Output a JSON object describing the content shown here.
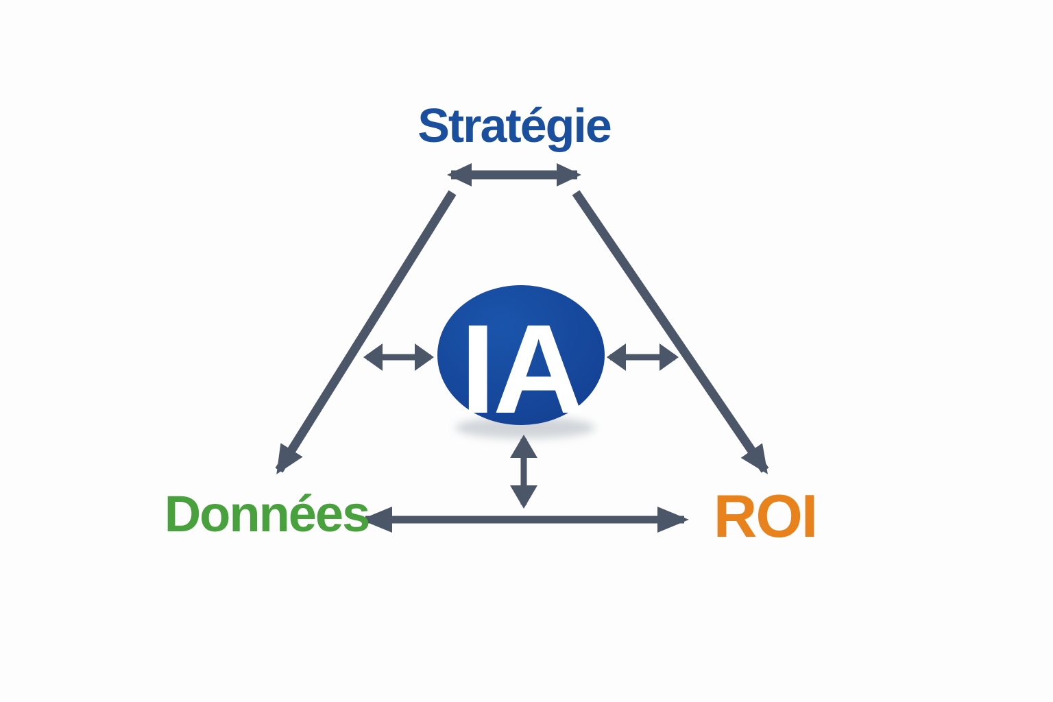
{
  "diagram": {
    "nodes": [
      {
        "id": "strategie",
        "label": "Stratégie",
        "color": "#1a4f9e"
      },
      {
        "id": "donnees",
        "label": "Données",
        "color": "#48a13c"
      },
      {
        "id": "roi",
        "label": "ROI",
        "color": "#e8821c"
      }
    ],
    "center": {
      "label": "IA",
      "text_color": "#ffffff",
      "fill_light": "#1a55ab",
      "fill_dark": "#133e90"
    },
    "colors": {
      "arrow": "#4b5768",
      "background": "#fdfdfd"
    }
  }
}
